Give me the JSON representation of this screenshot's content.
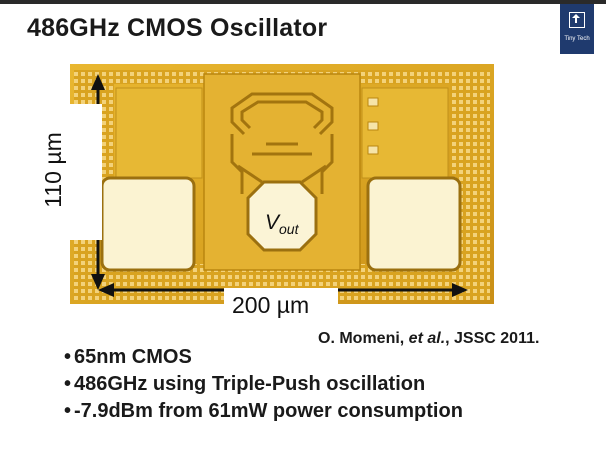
{
  "slide": {
    "title": "486GHz CMOS Oscillator",
    "logo_text": "Tiny Tech",
    "figure": {
      "dim_vertical": "110 µm",
      "dim_horizontal": "200 µm",
      "output_label_main": "V",
      "output_label_sub": "out"
    },
    "citation": {
      "authors": "O. Momeni, ",
      "etal": "et al.",
      "venue": ", JSSC 2011."
    },
    "bullets": [
      "65nm CMOS",
      "486GHz using Triple-Push oscillation",
      "-7.9dBm from 61mW power consumption"
    ]
  }
}
